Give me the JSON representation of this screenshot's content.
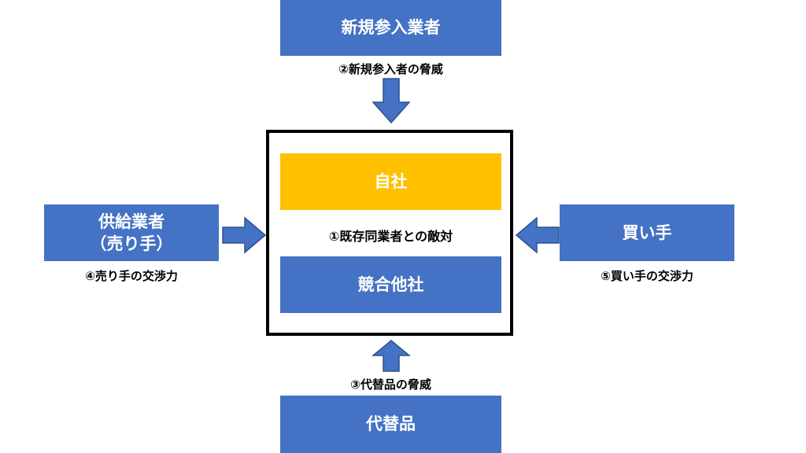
{
  "forces": {
    "new_entrants": {
      "box_label": "新規参入業者",
      "caption": "②新規参入者の脅威"
    },
    "substitutes": {
      "box_label": "代替品",
      "caption": "③代替品の脅威"
    },
    "suppliers": {
      "box_label_line1": "供給業者",
      "box_label_line2": "（売り手）",
      "caption": "④売り手の交渉力"
    },
    "buyers": {
      "box_label": "買い手",
      "caption": "⑤買い手の交渉力"
    },
    "rivalry": {
      "own_company": "自社",
      "competitors": "競合他社",
      "caption": "①既存同業者との敵対"
    }
  },
  "colors": {
    "blue": "#4472c4",
    "gold": "#ffc000",
    "frame": "#000000"
  }
}
